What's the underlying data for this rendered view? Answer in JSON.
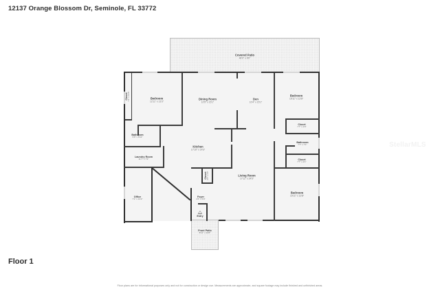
{
  "header": {
    "address": "12137 Orange Blossom Dr, Seminole, FL 33772"
  },
  "floor": {
    "label": "Floor 1"
  },
  "watermark": {
    "text": "StellarMLS"
  },
  "footer": {
    "disclaimer": "Floor plans are for informational purposes only and not for construction or design use. Measurements are approximate, and square footage may include finished and unfinished areas."
  },
  "entry": {
    "label": "Entry",
    "icon": "entry-door-icon"
  },
  "rooms": [
    {
      "name": "Covered Patio",
      "dim": "40'0\" x 9'0\""
    },
    {
      "name": "Closet",
      "dim": "7'1\" x 12'5\""
    },
    {
      "name": "Bedroom",
      "dim": "12'11\" x 13'3\""
    },
    {
      "name": "Dining Room",
      "dim": "10'5\" x 15'1\""
    },
    {
      "name": "Den",
      "dim": "10'4\" x 15'1\""
    },
    {
      "name": "Bedroom",
      "dim": "10'11\" x 12'8\""
    },
    {
      "name": "Bathroom",
      "dim": "9'9\" x 6'11\""
    },
    {
      "name": "Closet",
      "dim": "7'7\" x 2'9\""
    },
    {
      "name": "Bathroom",
      "dim": "7'7\" x 7'1\""
    },
    {
      "name": "Kitchen",
      "dim": "17'10\" x 14'3\""
    },
    {
      "name": "Laundry Room",
      "dim": "11'7\" x 7'3\""
    },
    {
      "name": "Closet",
      "dim": "4'6\" x 2'0\""
    },
    {
      "name": "Closet",
      "dim": "7'7\" x 2'1\""
    },
    {
      "name": "Living Room",
      "dim": "17'11\" x 24'5\""
    },
    {
      "name": "Bedroom",
      "dim": "10'11\" x 12'8\""
    },
    {
      "name": "Office",
      "dim": "7'1\" x 13'2\""
    },
    {
      "name": "Foyer",
      "dim": "4'6\" x 6'9\""
    },
    {
      "name": "Front Patio",
      "dim": "8'11\" x 10'8\""
    }
  ]
}
